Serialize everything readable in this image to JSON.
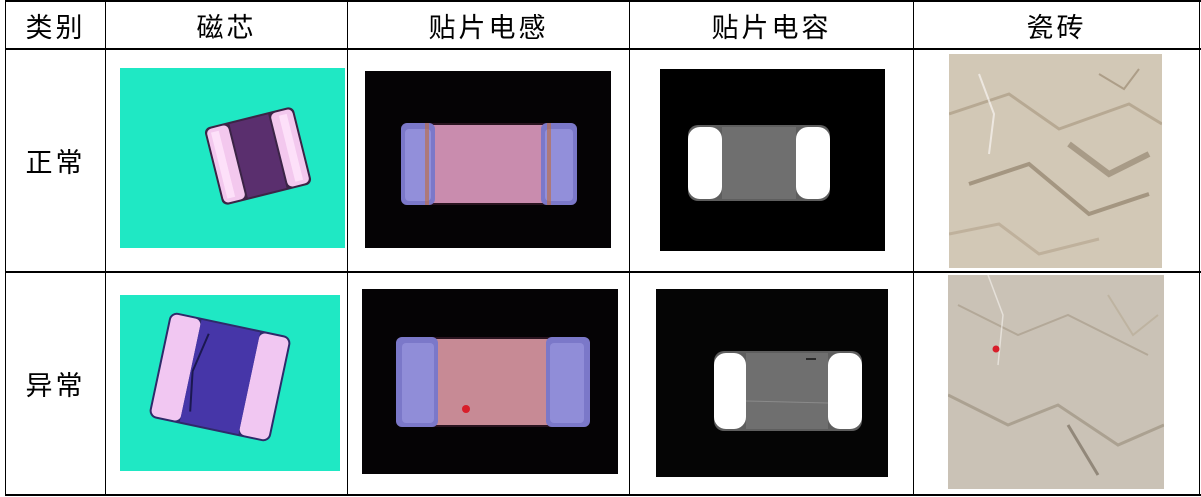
{
  "table": {
    "header": {
      "category": "类别",
      "col1": "磁芯",
      "col2": "贴片电感",
      "col3": "贴片电容",
      "col4": "瓷砖"
    },
    "rows": [
      {
        "label": "正常"
      },
      {
        "label": "异常"
      }
    ]
  },
  "colors": {
    "core_background": "#1fe8c4",
    "core_body": "#5a2f6e",
    "core_electrode": "#f3c8ee",
    "inductor_body": "#c98cae",
    "inductor_electrode": "#7b78c9",
    "capacitor_body": "#6f6f6f",
    "tile_base": "#cdc3b1",
    "defect_mark": "#d81e2a"
  }
}
